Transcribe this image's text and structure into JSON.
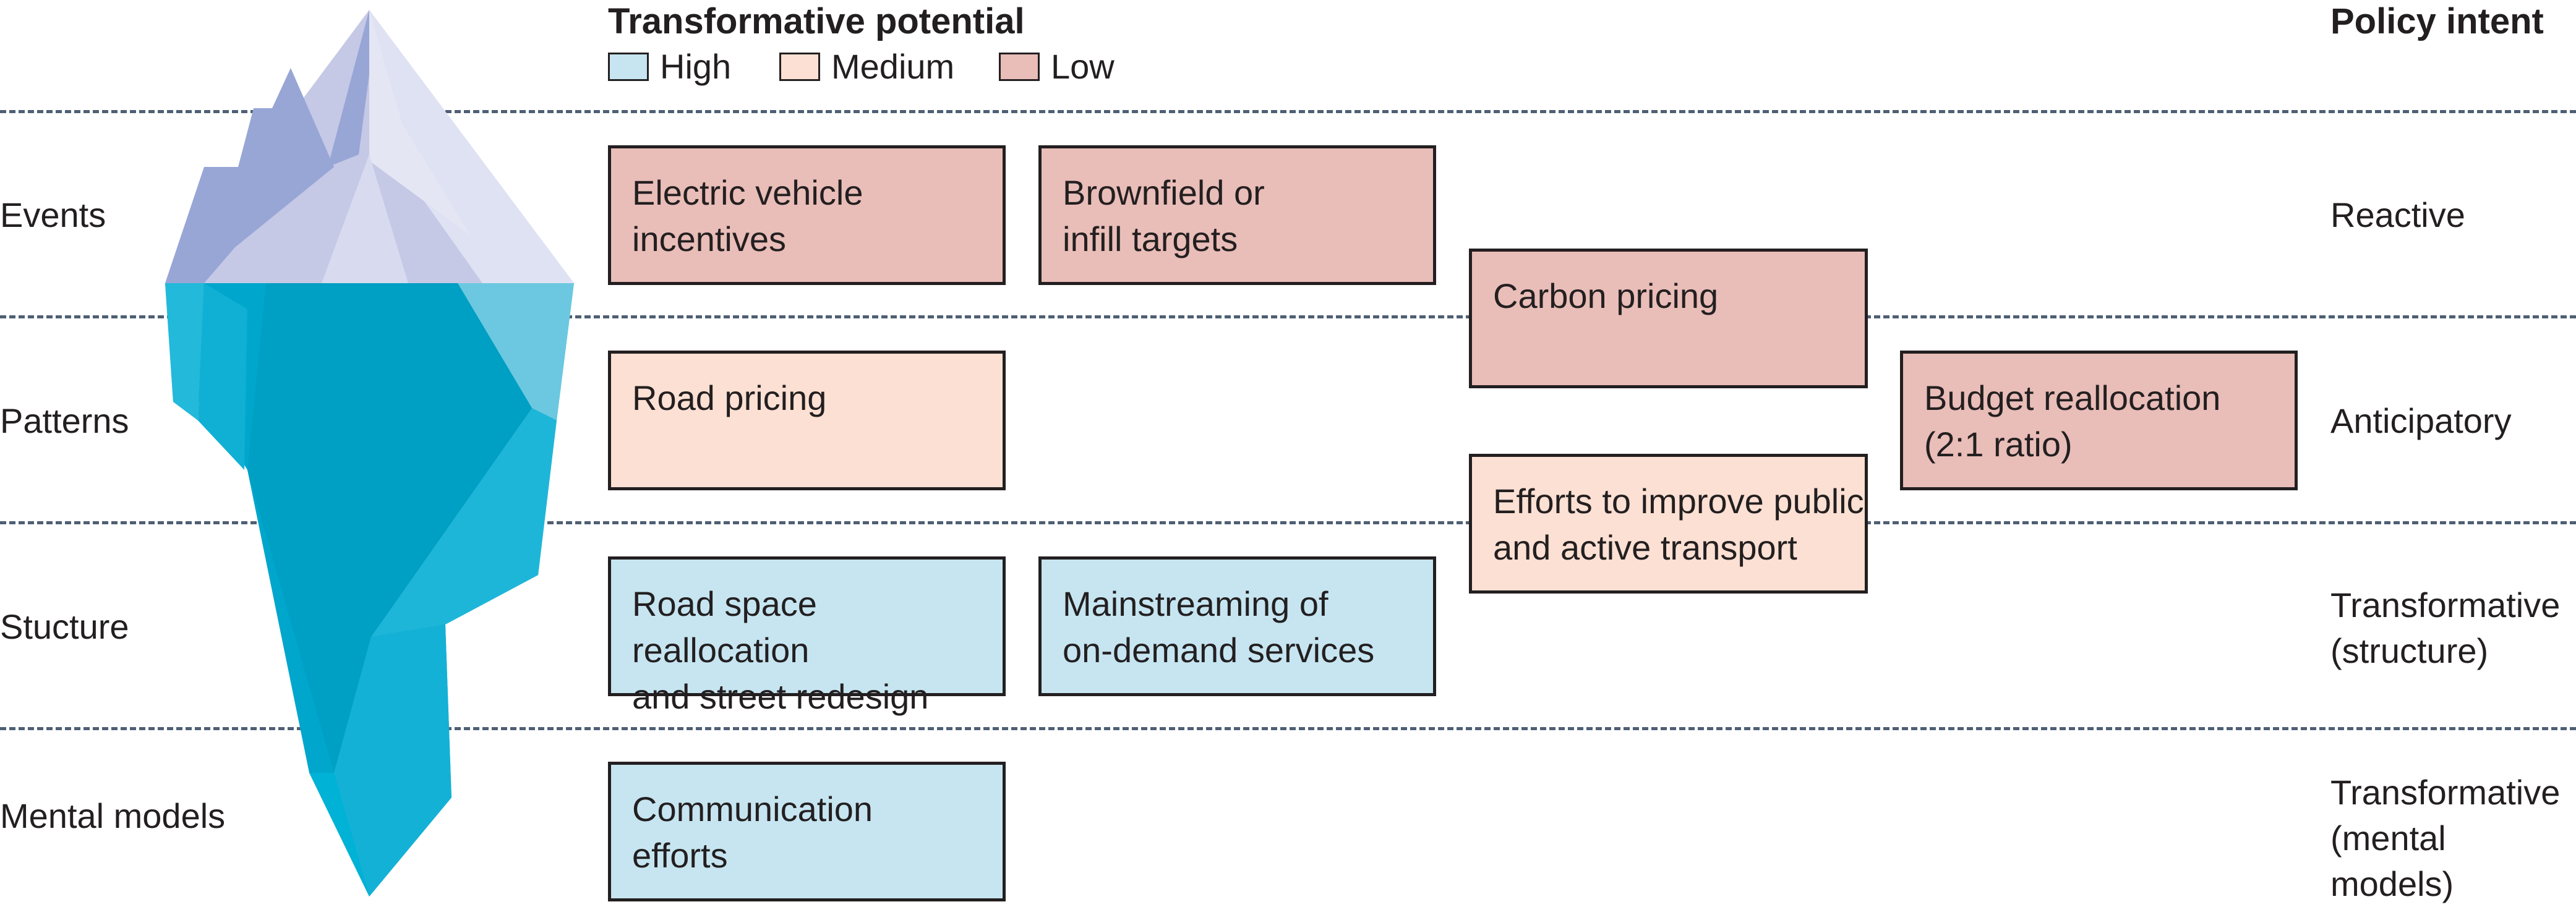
{
  "header": {
    "left_title": "Transformative potential",
    "right_title": "Policy intent"
  },
  "legend": [
    {
      "label": "High",
      "color": "#c6e5f1"
    },
    {
      "label": "Medium",
      "color": "#fce0d3"
    },
    {
      "label": "Low",
      "color": "#e9bdb8"
    }
  ],
  "rows": [
    {
      "label": "Events",
      "intent": "Reactive"
    },
    {
      "label": "Patterns",
      "intent": "Anticipatory"
    },
    {
      "label": "Stucture",
      "intent": "Transformative\n(structure)"
    },
    {
      "label": "Mental models",
      "intent": "Transformative\n(mental models)"
    }
  ],
  "boxes": [
    {
      "text": "Electric vehicle\nincentives",
      "potential": "Low"
    },
    {
      "text": "Brownfield or\ninfill targets",
      "potential": "Low"
    },
    {
      "text": "Carbon pricing",
      "potential": "Low"
    },
    {
      "text": "Budget reallocation\n(2:1 ratio)",
      "potential": "Low"
    },
    {
      "text": "Road pricing",
      "potential": "Medium"
    },
    {
      "text": "Efforts to improve public\nand active transport",
      "potential": "Medium"
    },
    {
      "text": "Road space reallocation\nand street redesign",
      "potential": "High"
    },
    {
      "text": "Mainstreaming of\non-demand services",
      "potential": "High"
    },
    {
      "text": "Communication\nefforts",
      "potential": "High"
    }
  ],
  "colors": {
    "high": "#c6e5f1",
    "medium": "#fce0d3",
    "low": "#e9bdb8",
    "dash": "#4e5f74",
    "ice_above": "#c7cbe8",
    "ice_below": "#00a6cc"
  }
}
